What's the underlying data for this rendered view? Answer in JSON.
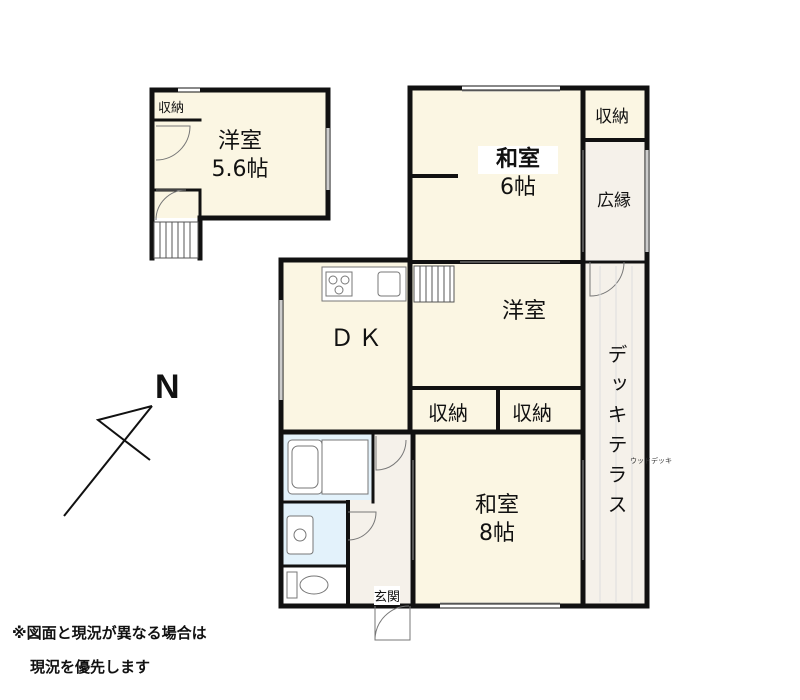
{
  "rooms": {
    "youshitsu_small": {
      "name": "洋室",
      "size": "5.6帖"
    },
    "youshitsu_small_storage": "収納",
    "washitsu6": {
      "name": "和室",
      "size": "6帖"
    },
    "washitsu6_storage": "収納",
    "hiroen": "広縁",
    "dk": "ＤＫ",
    "youshitsu": "洋室",
    "storage_left": "収納",
    "storage_right": "収納",
    "deck_terrace": "デッキテラス",
    "wood_deck_small": "ウッドデッキ",
    "washitsu8": {
      "name": "和室",
      "size": "8帖"
    },
    "genkan": "玄関"
  },
  "compass": {
    "label": "N"
  },
  "notes": [
    "※図面と現況が異なる場合は",
    "現況を優先します"
  ],
  "colors": {
    "floor": "#fbf6e3",
    "wet": "#e3f2fb",
    "deck": "#f5f1ea",
    "wall": "#111111"
  }
}
